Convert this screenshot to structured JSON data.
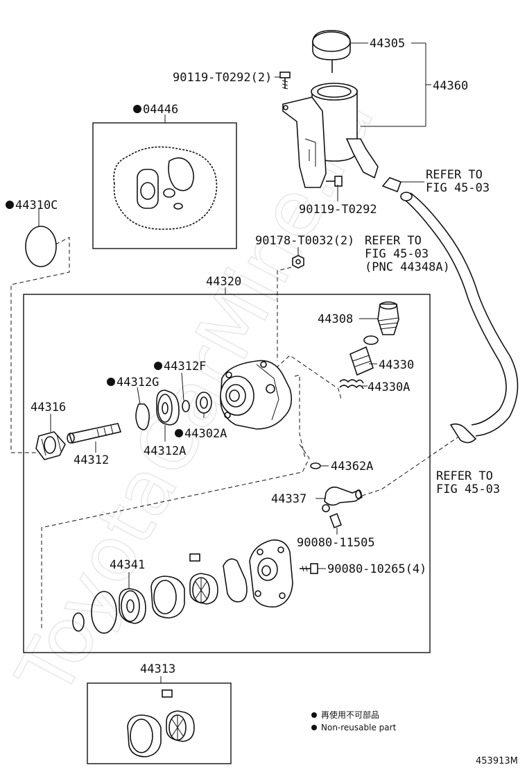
{
  "watermark": "ToyotaCarMine.ru",
  "labels": {
    "p44305": "44305",
    "p44360": "44360",
    "p90119a": "90119-T0292(2)",
    "p04446": "04446",
    "p44310c": "44310C",
    "refer1_line1": "REFER TO",
    "refer1_line2": "FIG 45-03",
    "p90119b": "90119-T0292",
    "p90178": "90178-T0032(2)",
    "refer2_line1": "REFER TO",
    "refer2_line2": "FIG 45-03",
    "refer2_line3": "(PNC 44348A)",
    "p44320": "44320",
    "p44308": "44308",
    "p44330": "44330",
    "p44330a": "44330A",
    "p44312f": "44312F",
    "p44312g": "44312G",
    "p44316": "44316",
    "p44302a": "44302A",
    "p44312": "44312",
    "p44312a": "44312A",
    "p44362a": "44362A",
    "refer3_line1": "REFER TO",
    "refer3_line2": "FIG 45-03",
    "p44337": "44337",
    "p90080a": "90080-11505",
    "p44341": "44341",
    "p90080b": "90080-10265(4)",
    "p44313": "44313"
  },
  "legend": {
    "line1": "再使用不可部品",
    "line2": "Non-reusable part"
  },
  "figure_id": "453913M"
}
